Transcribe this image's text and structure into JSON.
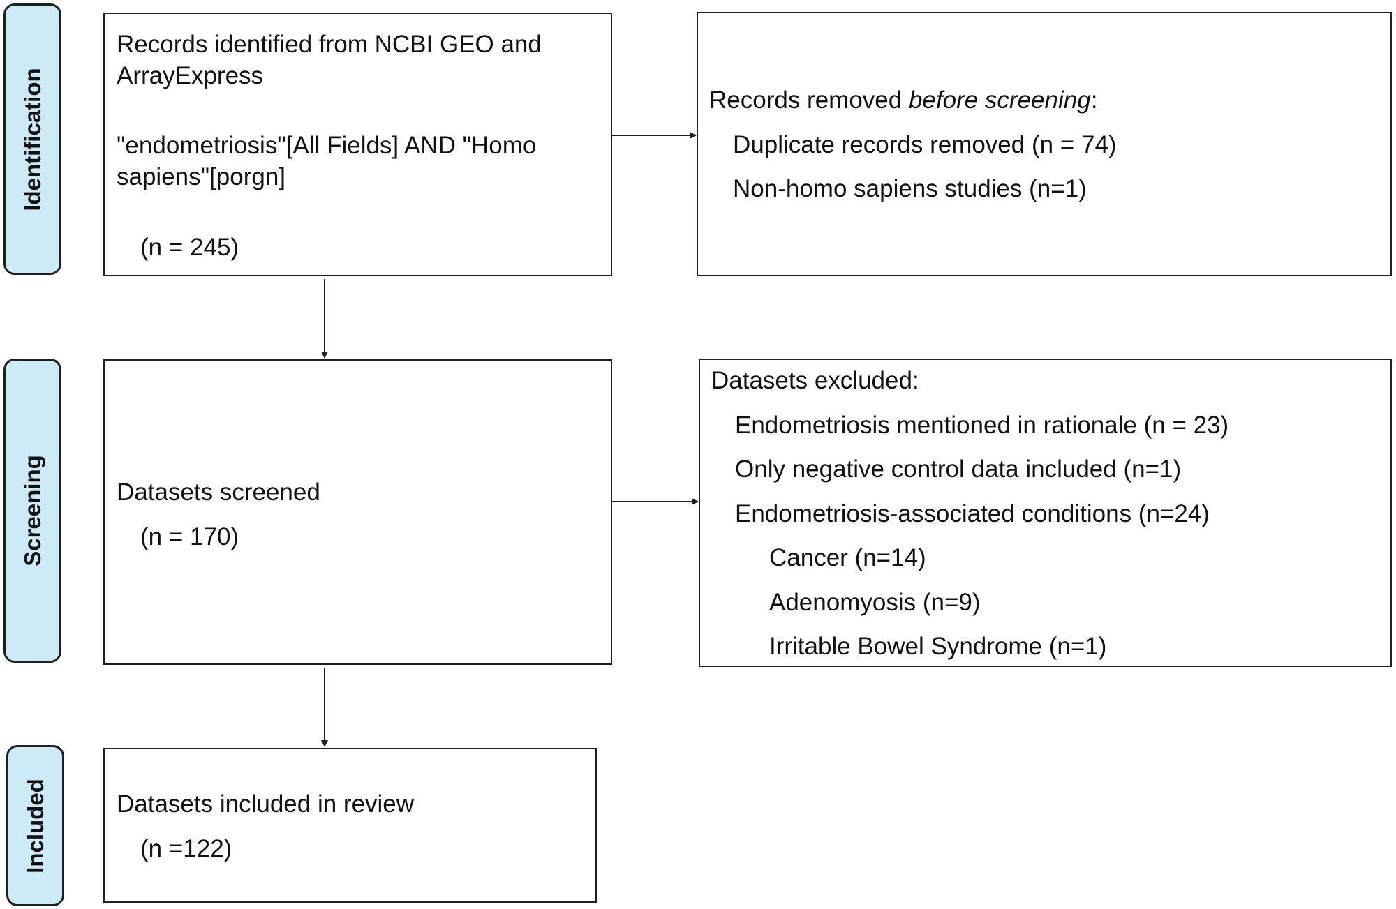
{
  "stages": {
    "identification": "Identification",
    "screening": "Screening",
    "included": "Included"
  },
  "identification_box": {
    "line1": "Records identified  from NCBI GEO and",
    "line2": "ArrayExpress",
    "query_line1": "\"endometriosis\"[All Fields] AND \"Homo",
    "query_line2": "sapiens\"[porgn]",
    "count": "(n = 245)"
  },
  "removed_box": {
    "heading_prefix": "Records removed ",
    "heading_emphasis": "before screening",
    "heading_suffix": ":",
    "items": [
      "Duplicate records removed (n = 74)",
      "Non-homo sapiens studies (n=1)"
    ]
  },
  "screened_box": {
    "label": "Datasets screened",
    "count": "(n = 170)"
  },
  "excluded_box": {
    "heading": "Datasets excluded:",
    "reasons": [
      "Endometriosis mentioned in rationale (n = 23)",
      "Only negative control data included (n=1)",
      "Endometriosis-associated conditions (n=24)"
    ],
    "subreasons": [
      "Cancer (n=14)",
      "Adenomyosis (n=9)",
      "Irritable Bowel Syndrome (n=1)"
    ]
  },
  "included_box": {
    "label": "Datasets included in review",
    "count": "(n =122)"
  },
  "colors": {
    "stage_fill": "#cdeaf7",
    "stroke": "#1f1f1f"
  }
}
